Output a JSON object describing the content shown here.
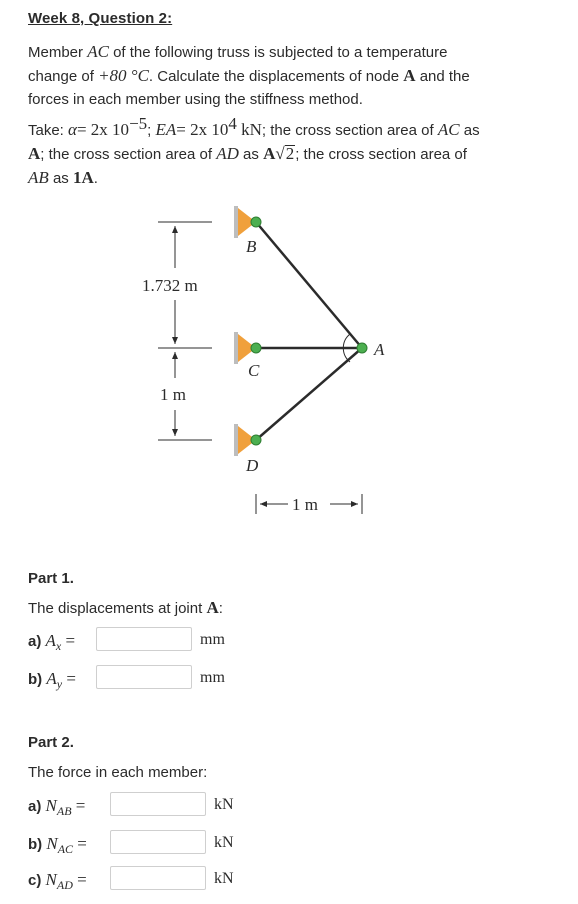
{
  "header": {
    "title": "Week 8, Question 2:"
  },
  "problem": {
    "line1_pre": "Member ",
    "member": "AC",
    "line1_post": " of the following truss is subjected to a temperature",
    "line2_pre": "change of ",
    "temp": "+80 °C",
    "line2_mid": ". Calculate the displacements of node ",
    "node": "A",
    "line2_post": " and the",
    "line3": "forces in each member using the stiffness method."
  },
  "given": {
    "take": "Take: ",
    "alpha_sym": "α",
    "alpha_eq": "= 2x 10",
    "alpha_exp": "−5",
    "sep1": "; ",
    "ea_sym": "EA",
    "ea_eq": "= 2x 10",
    "ea_exp": "4",
    "ea_unit": " kN",
    "sep2": "; the cross section area of ",
    "ac": "AC",
    "as1": " as",
    "a1": "A",
    "l2a": "; the cross section area of ",
    "ad": "AD",
    "as2": " as ",
    "a2": "A",
    "sqrt2": "2",
    "l2b": "; the cross section area of",
    "ab": "AB",
    "as3": " as ",
    "a3": "1A",
    "end": "."
  },
  "diagram": {
    "labels": {
      "B": "B",
      "C": "C",
      "D": "D",
      "A": "A"
    },
    "dim_vertical_top": "1.732 m",
    "dim_vertical_bottom": "1 m",
    "dim_horizontal": "1 m",
    "colors": {
      "support": "#f0a03c",
      "node": "#4caf50",
      "member": "#2b2b2b",
      "wall": "#bdbdbd"
    }
  },
  "part1": {
    "heading": "Part 1.",
    "prompt_pre": "The displacements at joint ",
    "prompt_node": "A",
    "prompt_post": ":",
    "items": [
      {
        "letter": "a)",
        "sym": "A",
        "sub": "x",
        "eq": " =",
        "value": "",
        "unit": "mm"
      },
      {
        "letter": "b)",
        "sym": "A",
        "sub": "y",
        "eq": " =",
        "value": "",
        "unit": "mm"
      }
    ]
  },
  "part2": {
    "heading": "Part 2.",
    "prompt": "The force in each member:",
    "items": [
      {
        "letter": "a)",
        "sym": "N",
        "sub": "AB",
        "eq": " =",
        "value": "",
        "unit": "kN"
      },
      {
        "letter": "b)",
        "sym": "N",
        "sub": "AC",
        "eq": " =",
        "value": "",
        "unit": "kN"
      },
      {
        "letter": "c)",
        "sym": "N",
        "sub": "AD",
        "eq": " =",
        "value": "",
        "unit": "kN"
      }
    ]
  }
}
